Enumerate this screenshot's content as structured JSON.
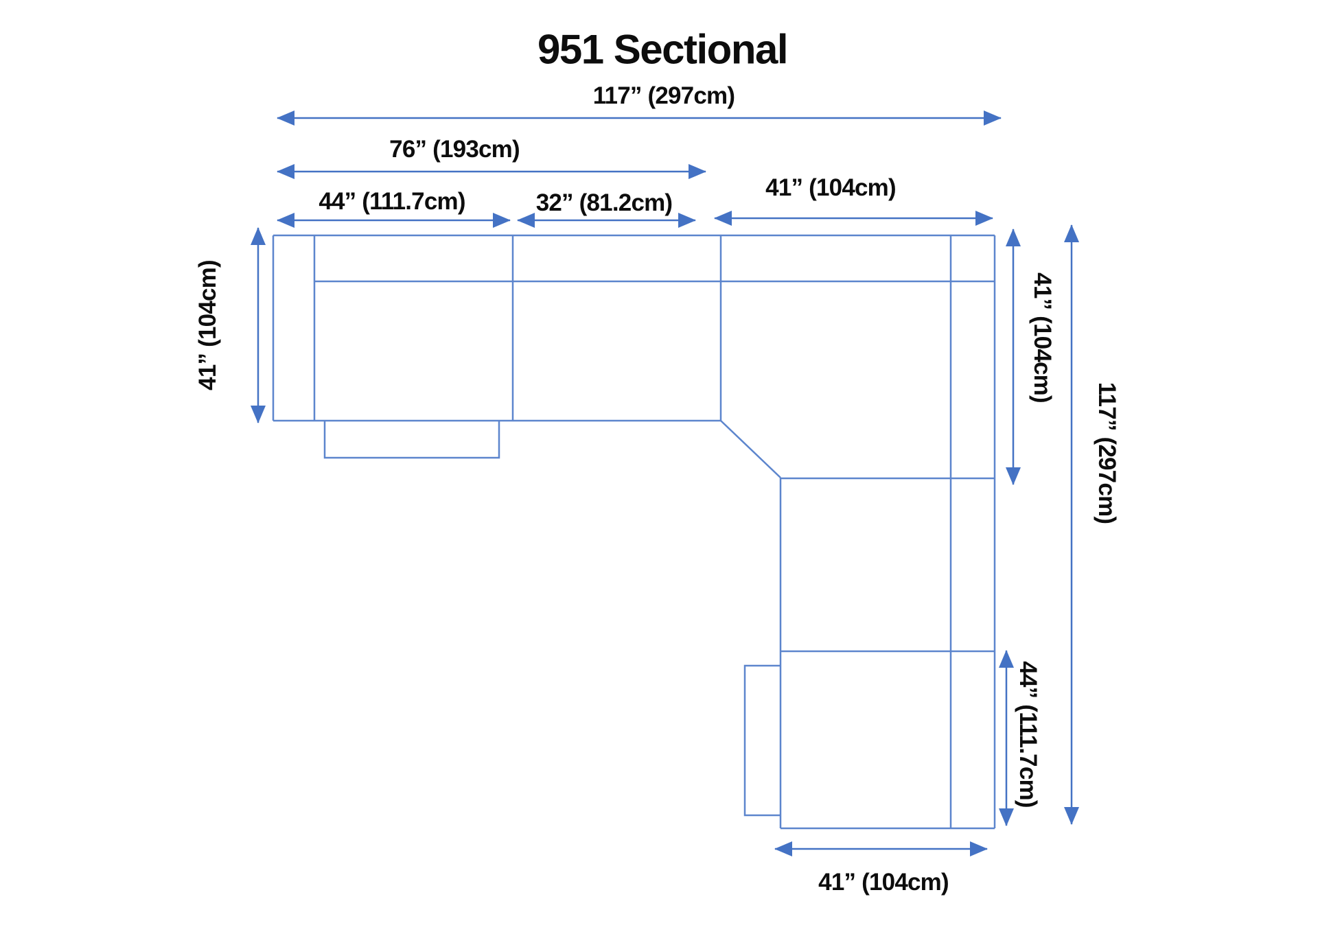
{
  "title": "951 Sectional",
  "colors": {
    "arrow": "#4472C4",
    "outline": "#5C85CD",
    "text": "#0d0d0d",
    "background": "#ffffff"
  },
  "dimensions": {
    "top_overall": "117” (297cm)",
    "top_left_pair": "76” (193cm)",
    "top_seat_left": "44” (111.7cm)",
    "top_seat_middle": "32” (81.2cm)",
    "top_corner": "41” (104cm)",
    "left_depth": "41” (104cm)",
    "right_corner_depth": "41” (104cm)",
    "right_overall": "117” (297cm)",
    "right_chaise": "44” (111.7cm)",
    "bottom_width": "41” (104cm)"
  }
}
